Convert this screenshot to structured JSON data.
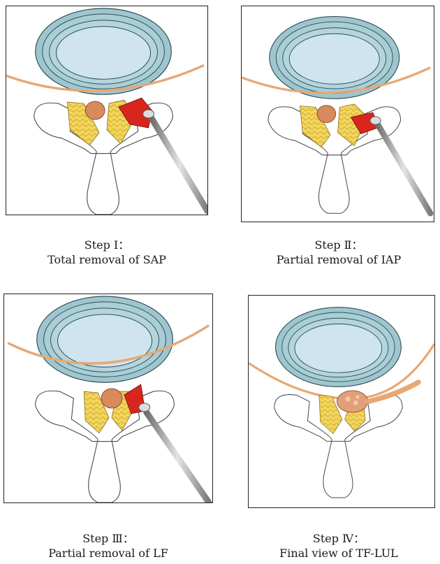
{
  "figure": {
    "panels": [
      {
        "step": "Step Ⅰ：",
        "description": "Total removal of SAP"
      },
      {
        "step": "Step Ⅱ：",
        "description": "Partial removal of IAP"
      },
      {
        "step": "Step Ⅲ：",
        "description": "Partial removal of LF"
      },
      {
        "step": "Step Ⅳ：",
        "description": "Final view of TF-LUL"
      }
    ],
    "colors": {
      "disc_outer": "#9fc6cf",
      "disc_inner": "#cfe4ef",
      "nerve_root": "#e7a874",
      "dural_sac": "#d98a5c",
      "ligamentum_flavum": "#f2d35a",
      "removed_tissue": "#d8261f",
      "instrument": "#9b9b9b"
    }
  }
}
